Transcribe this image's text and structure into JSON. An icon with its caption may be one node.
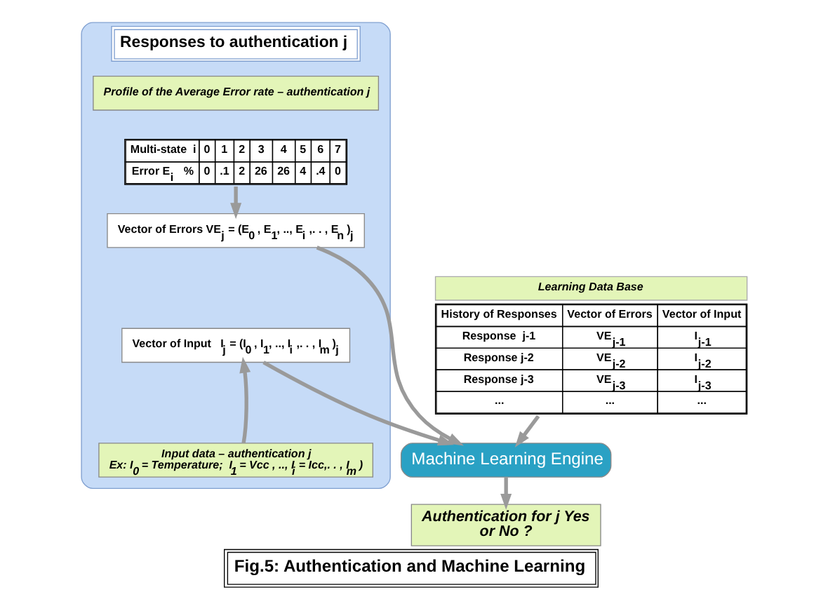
{
  "diagram": {
    "caption": "Fig.5: Authentication and Machine Learning",
    "nodes": [
      {
        "text": [
          "Responses to authentication j"
        ]
      },
      {
        "text": [
          "Profile of the Average Error rate – authentication j"
        ],
        "in": 0
      },
      {
        "text": [
          "Multi-state  i",
          "0",
          "1",
          "2",
          "3",
          "4",
          "5",
          "6",
          "7",
          "Error E$_{i}$   %",
          "0",
          ".1",
          "2",
          "26",
          "26",
          "4",
          ".4",
          "0"
        ],
        "in": 0
      },
      {
        "text": [
          "Vector of Errors VE$_{j}$ = (E$_{0}$ , E$_{1}$, .., E$_{i}$ ,. . , E$_{n}$ )$_{j}$"
        ],
        "in": 0
      },
      {
        "text": [
          "Vector of Input   I$_{j}$ = (I$_{0}$ , I$_{1}$, .., I$_{i}$ ,. . , I$_{m}$ )$_{j}$"
        ],
        "in": 0
      },
      {
        "text": [
          "Input data – authentication j",
          "Ex: I$_{0}$ = Temperature;  I$_{1}$ = Vcc , .., I$_{i}$ = Icc,. . , I$_{m}$ )"
        ],
        "in": 0
      },
      {
        "text": [
          "Learning Data Base",
          "History of Responses",
          "Vector of Errors",
          "Vector of Input",
          "Response  j-1",
          "VE$_{j-1}$",
          "I$_{j-1}$",
          "Response j-2",
          "VE$_{j-2}$",
          "I$_{j-2}$",
          "Response j-3",
          "VE$_{j-3}$",
          "I$_{j-3}$",
          "...",
          "...",
          "..."
        ]
      },
      {
        "text": [
          "Machine Learning Engine"
        ]
      },
      {
        "text": [
          "Authentication for j Yes or No ?"
        ]
      }
    ],
    "edges": [
      {
        "from": 2,
        "to": 3,
        "arrow": "to"
      },
      {
        "from": 5,
        "to": 4,
        "arrow": "to"
      },
      {
        "from": 3,
        "to": 7,
        "arrow": "to"
      },
      {
        "from": 4,
        "to": 7,
        "arrow": "to"
      },
      {
        "from": 6,
        "to": 7,
        "arrow": "to"
      },
      {
        "from": 7,
        "to": 8,
        "arrow": "to"
      }
    ]
  }
}
